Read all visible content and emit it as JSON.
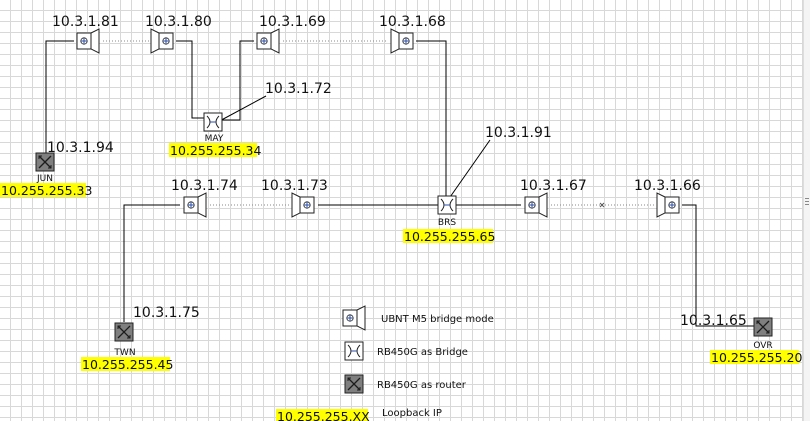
{
  "devices": {
    "jun": {
      "name": "JUN",
      "ip": "10.3.1.94",
      "loopback": "10.255.255.33"
    },
    "may": {
      "name": "MAY",
      "ip": "10.3.1.72",
      "loopback": "10.255.255.34"
    },
    "brs": {
      "name": "BRS",
      "ip": "10.3.1.91",
      "loopback": "10.255.255.65"
    },
    "twn": {
      "name": "TWN",
      "ip": "10.3.1.75",
      "loopback": "10.255.255.45"
    },
    "ovr": {
      "name": "OVR",
      "ip": "10.3.1.65",
      "loopback": "10.255.255.20"
    }
  },
  "bridges": {
    "b81": {
      "ip": "10.3.1.81"
    },
    "b80": {
      "ip": "10.3.1.80"
    },
    "b69": {
      "ip": "10.3.1.69"
    },
    "b68": {
      "ip": "10.3.1.68"
    },
    "b74": {
      "ip": "10.3.1.74"
    },
    "b73": {
      "ip": "10.3.1.73"
    },
    "b67": {
      "ip": "10.3.1.67"
    },
    "b66": {
      "ip": "10.3.1.66"
    }
  },
  "legend": {
    "ubnt": "UBNT M5 bridge mode",
    "rb_bridge": "RB450G as Bridge",
    "rb_router": "RB450G as router",
    "loopback_sample": "10.255.255.XX",
    "loopback_label": "Loopback IP"
  },
  "colors": {
    "highlight": "#ffff00",
    "router_fill": "#7f7f7f",
    "wireless_link": "#8a8a8a",
    "wired_link": "#000000"
  }
}
